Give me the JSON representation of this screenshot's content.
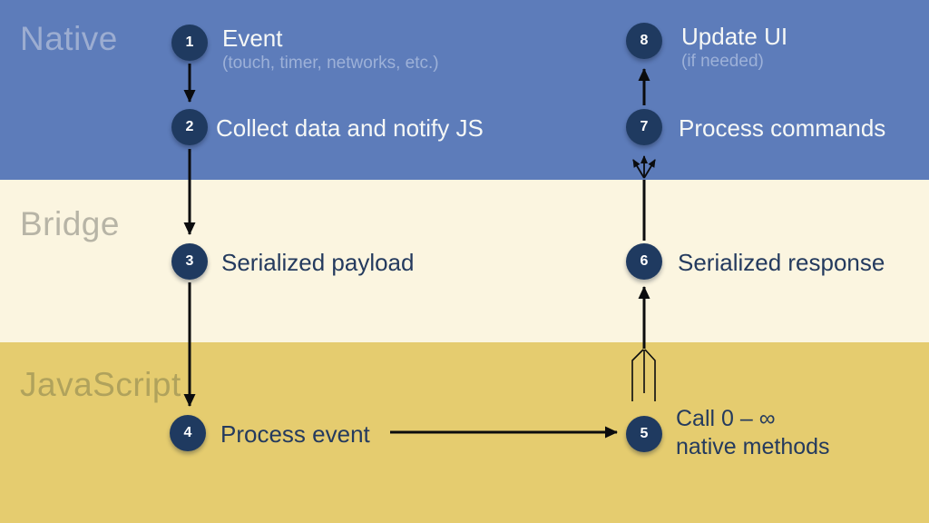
{
  "colors": {
    "native_band": "#5d7cba",
    "bridge_band": "#fbf5e0",
    "js_band": "#e5cc6f",
    "circle": "#1f3a60",
    "light_text": "#f6f8f6",
    "dark_text": "#243a5e",
    "subtitle": "#9db1d8",
    "native_label": "#9cadd1",
    "bridge_label": "#b7b4a6",
    "js_label": "#b0a25c",
    "arrow": "#0b0c0e"
  },
  "bands": {
    "native": {
      "label": "Native"
    },
    "bridge": {
      "label": "Bridge"
    },
    "javascript": {
      "label": "JavaScript"
    }
  },
  "nodes": [
    {
      "number": "1",
      "label": "Event",
      "sublabel": "(touch, timer, networks, etc.)"
    },
    {
      "number": "2",
      "label": "Collect data and notify JS"
    },
    {
      "number": "3",
      "label": "Serialized payload"
    },
    {
      "number": "4",
      "label": "Process event"
    },
    {
      "number": "5",
      "label": "Call 0 – ∞",
      "label2": "native methods"
    },
    {
      "number": "6",
      "label": "Serialized response"
    },
    {
      "number": "7",
      "label": "Process commands"
    },
    {
      "number": "8",
      "label": "Update UI",
      "sublabel": "(if needed)"
    }
  ],
  "edges": [
    {
      "from": "1",
      "to": "2",
      "style": "single-arrow"
    },
    {
      "from": "2",
      "to": "3",
      "style": "single-arrow"
    },
    {
      "from": "3",
      "to": "4",
      "style": "single-arrow"
    },
    {
      "from": "4",
      "to": "5",
      "style": "single-arrow"
    },
    {
      "from": "5",
      "to": "6",
      "style": "many-merge-arrow"
    },
    {
      "from": "6",
      "to": "7",
      "style": "fan-out-arrows"
    },
    {
      "from": "7",
      "to": "8",
      "style": "single-arrow"
    }
  ]
}
